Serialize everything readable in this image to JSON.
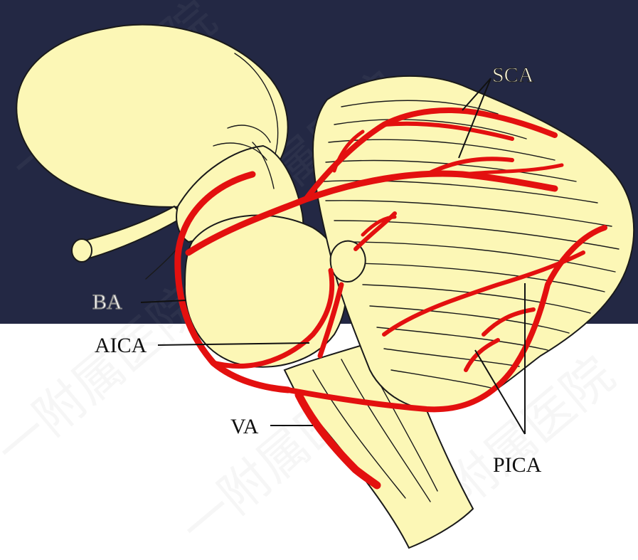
{
  "colors": {
    "background_top": "#232844",
    "background_bottom": "#ffffff",
    "brain_fill": "#fcf7b6",
    "outline": "#1a1a1a",
    "artery": "#e3100f"
  },
  "labels": {
    "sca": "SCA",
    "ba": "BA",
    "aica": "AICA",
    "va": "VA",
    "pica": "PICA"
  },
  "watermark": {
    "text": "一附属医院"
  }
}
